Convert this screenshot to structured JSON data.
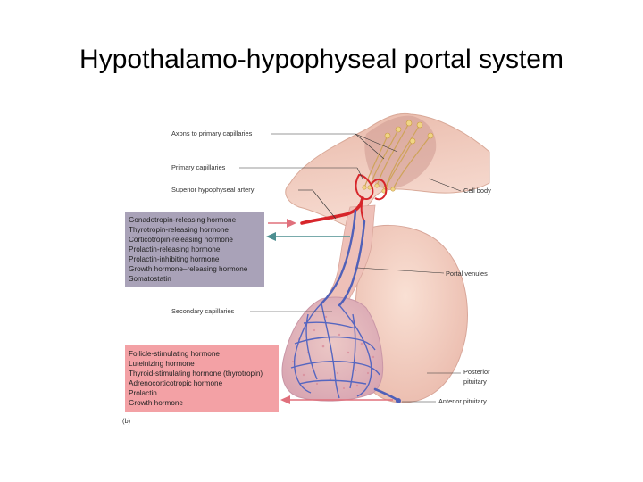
{
  "title": "Hypothalamo-hypophyseal portal system",
  "labels": {
    "axons": "Axons to primary capillaries",
    "primary_capillaries": "Primary capillaries",
    "superior_artery": "Superior hypophyseal artery",
    "cell_body": "Cell body",
    "portal_venules": "Portal venules",
    "secondary_capillaries": "Secondary capillaries",
    "posterior_line1": "Posterior",
    "posterior_line2": "pituitary",
    "anterior_pituitary": "Anterior pituitary",
    "panel": "(b)"
  },
  "releasing_hormones": [
    "Gonadotropin-releasing hormone",
    "Thyrotropin-releasing hormone",
    "Corticotropin-releasing hormone",
    "Prolactin-releasing hormone",
    "Prolactin-inhibiting hormone",
    "Growth hormone–releasing hormone",
    "Somatostatin"
  ],
  "pituitary_hormones": [
    "Follicle-stimulating hormone",
    "Luteinizing hormone",
    "Thyroid-stimulating hormone (thyrotropin)",
    "Adrenocorticotropic hormone",
    "Prolactin",
    "Growth hormone"
  ],
  "colors": {
    "hypothalamus_box": "#a9a2b8",
    "pituitary_box": "#f3a1a5",
    "teal_arrow": "#4d8f91",
    "pink_arrow": "#e0707c",
    "artery_red": "#d7262b",
    "vein_blue": "#5060b8",
    "tissue": "#f1ccc2"
  }
}
